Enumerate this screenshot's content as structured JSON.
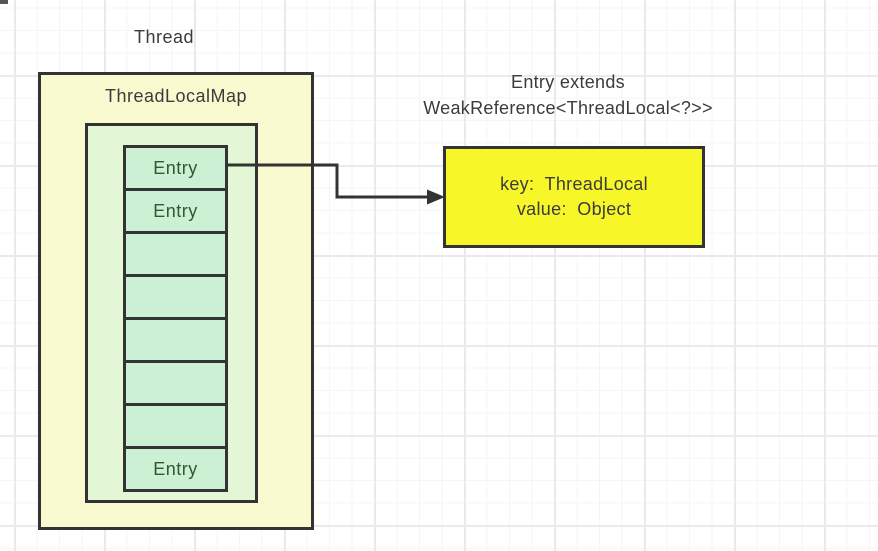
{
  "diagram": {
    "thread_label": "Thread",
    "map_label": "ThreadLocalMap",
    "cells": [
      "Entry",
      "Entry",
      "",
      "",
      "",
      "",
      "",
      "Entry"
    ],
    "entry_note": {
      "line1": "Entry extends",
      "line2": "WeakReference<ThreadLocal<?>>"
    },
    "entry_detail": {
      "line1": "key:  ThreadLocal",
      "line2": "value:  Object"
    }
  },
  "colors": {
    "outer-fill": "#fafad0",
    "inner-fill": "#e3f7d6",
    "cell-fill": "#ccf0d3",
    "detail-fill": "#f7f628",
    "stroke": "#333333",
    "text": "#3b3b3b",
    "cell-text": "#2b5a33",
    "grid-major": "#eaeaee",
    "grid-minor": "#f5f5f8"
  }
}
